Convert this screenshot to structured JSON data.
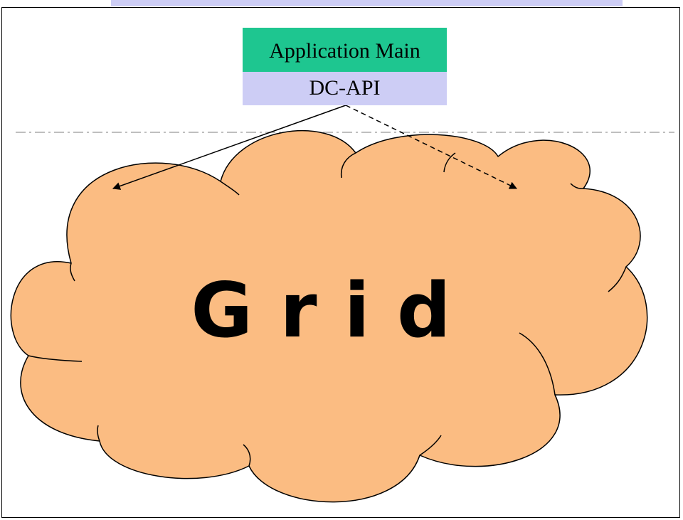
{
  "diagram": {
    "top_box": {
      "label": "Application Main",
      "color": "#1ec690"
    },
    "api_box": {
      "label": "DC-API",
      "color": "#cdcdf5"
    },
    "cloud": {
      "label": "Grid",
      "fill": "#fbbc82",
      "stroke": "#000000"
    },
    "divider": {
      "style": "dash-dot",
      "color": "#aaaaaa"
    },
    "arrows": [
      {
        "from": "DC-API",
        "to": "Grid (left)",
        "style": "solid"
      },
      {
        "from": "DC-API",
        "to": "Grid (right)",
        "style": "dashed"
      }
    ]
  }
}
